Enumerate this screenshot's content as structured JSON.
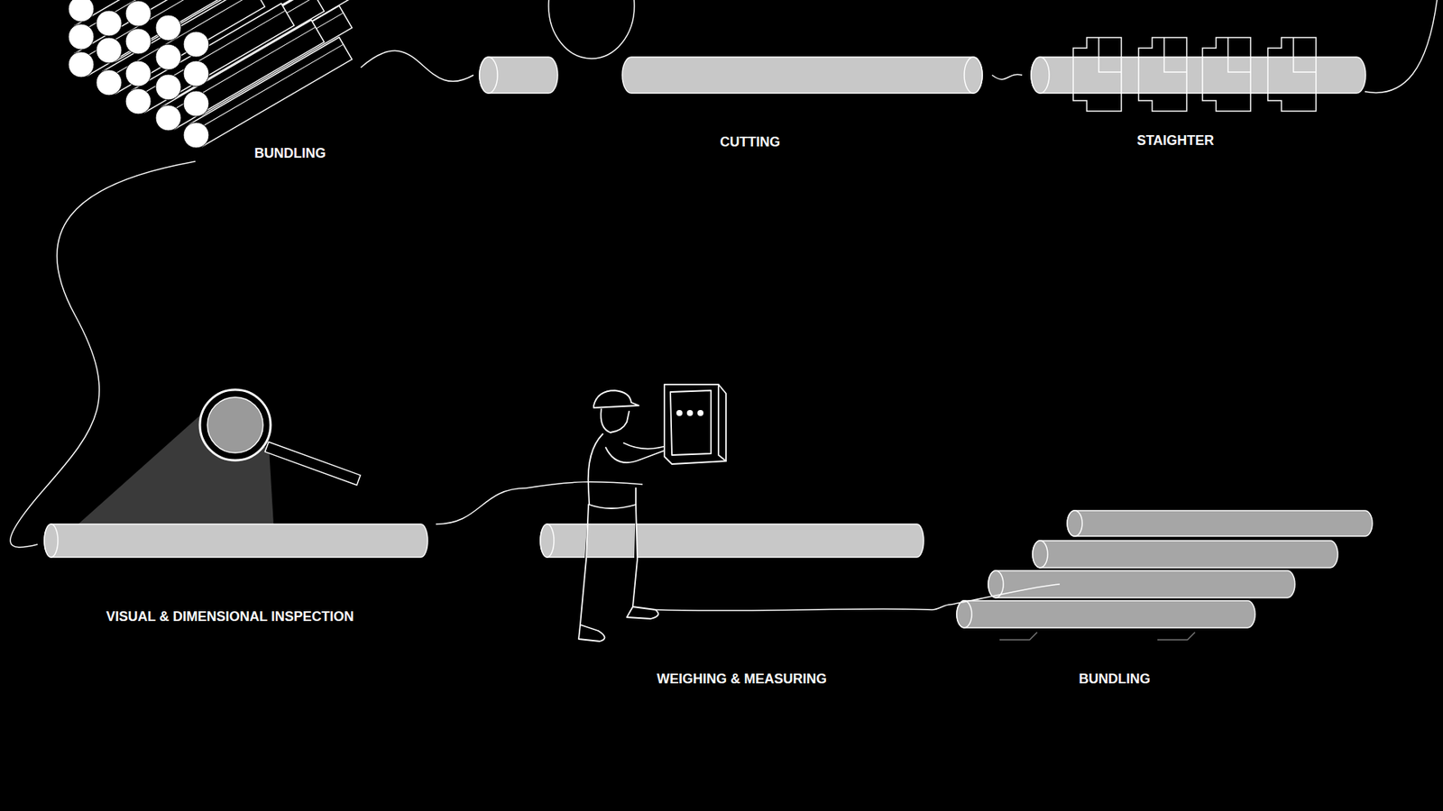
{
  "diagram": {
    "nodes": [
      {
        "text": [
          "BUNDLING"
        ]
      },
      {
        "text": [
          "CUTTING"
        ]
      },
      {
        "text": [
          "STAIGHTER"
        ]
      },
      {
        "text": [
          "VISUAL & DIMENSIONAL INSPECTION"
        ]
      },
      {
        "text": [
          "WEIGHING & MEASURING"
        ]
      },
      {
        "text": [
          "BUNDLING"
        ]
      }
    ],
    "edges": [
      {
        "from": 0,
        "to": 1,
        "arrow": "none"
      },
      {
        "from": 1,
        "to": 2,
        "arrow": "none"
      },
      {
        "from": 0,
        "to": 3,
        "arrow": "none"
      },
      {
        "from": 3,
        "to": 4,
        "arrow": "none"
      },
      {
        "from": 4,
        "to": 5,
        "arrow": "none"
      }
    ]
  }
}
